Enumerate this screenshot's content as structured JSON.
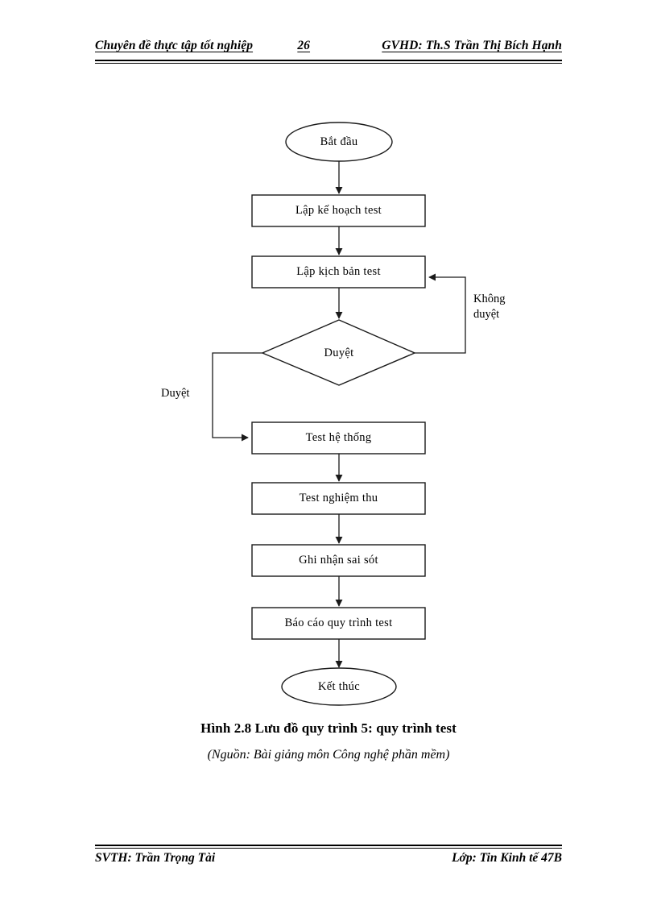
{
  "header": {
    "left": "Chuyên đề thực tập tốt nghiệp",
    "page_number": "26",
    "right": "GVHD:  Th.S Trần Thị Bích Hạnh"
  },
  "footer": {
    "left": "SVTH: Trần Trọng Tài",
    "right": "Lớp: Tin Kinh tế 47B"
  },
  "figure": {
    "caption": "Hình 2.8 Lưu đồ quy trình 5: quy trình test",
    "source": "(Nguồn: Bài giảng môn Công nghệ phần mềm)"
  },
  "flowchart": {
    "nodes": {
      "start": "Bắt đầu",
      "plan": "Lập kế hoạch test",
      "script": "Lập kịch bản test",
      "decision": "Duyệt",
      "system_test": "Test hệ thống",
      "acceptance_test": "Test nghiệm  thu",
      "record_defects": "Ghi nhận sai sót",
      "report": "Báo cáo quy trình  test",
      "end": "Kết thúc"
    },
    "edge_labels": {
      "rejected": "Không\nduyệt",
      "approved": "Duyệt"
    },
    "colors": {
      "stroke": "#1a1a1a",
      "fill": "#ffffff"
    }
  }
}
